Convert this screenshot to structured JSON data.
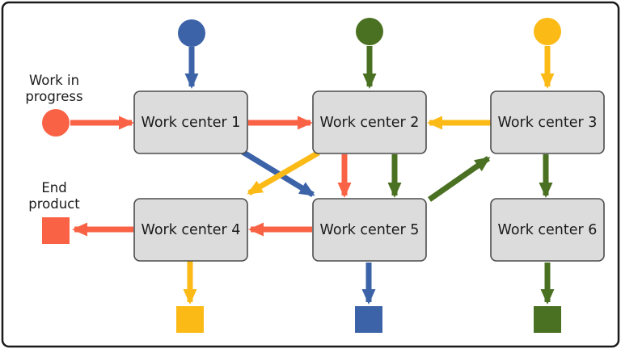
{
  "diagram": {
    "type": "work-center-flow-diagram",
    "nodes": {
      "wc1": {
        "label": "Work center 1"
      },
      "wc2": {
        "label": "Work center 2"
      },
      "wc3": {
        "label": "Work center 3"
      },
      "wc4": {
        "label": "Work center 4"
      },
      "wc5": {
        "label": "Work center 5"
      },
      "wc6": {
        "label": "Work center 6"
      },
      "work_in_progress": {
        "label_line1": "Work in",
        "label_line2": "progress",
        "marker": "orange-circle"
      },
      "end_product": {
        "label_line1": "End",
        "label_line2": "product",
        "marker": "orange-square"
      },
      "blue_source": {
        "marker": "blue-circle"
      },
      "green_source": {
        "marker": "green-circle"
      },
      "yellow_source": {
        "marker": "yellow-circle"
      },
      "yellow_sink": {
        "marker": "yellow-square"
      },
      "blue_sink": {
        "marker": "blue-square"
      },
      "green_sink": {
        "marker": "green-square"
      }
    },
    "edges": [
      {
        "from": "blue_source",
        "to": "wc1",
        "color": "blue"
      },
      {
        "from": "green_source",
        "to": "wc2",
        "color": "green"
      },
      {
        "from": "yellow_source",
        "to": "wc3",
        "color": "yellow"
      },
      {
        "from": "work_in_progress",
        "to": "wc1",
        "color": "orange"
      },
      {
        "from": "wc1",
        "to": "wc2",
        "color": "orange"
      },
      {
        "from": "wc3",
        "to": "wc2",
        "color": "yellow"
      },
      {
        "from": "wc1",
        "to": "wc5",
        "color": "blue"
      },
      {
        "from": "wc2",
        "to": "wc4",
        "color": "yellow"
      },
      {
        "from": "wc2",
        "to": "wc5",
        "color": "orange"
      },
      {
        "from": "wc2",
        "to": "wc5",
        "color": "green"
      },
      {
        "from": "wc5",
        "to": "wc3",
        "color": "green"
      },
      {
        "from": "wc3",
        "to": "wc6",
        "color": "green"
      },
      {
        "from": "wc5",
        "to": "wc4",
        "color": "orange"
      },
      {
        "from": "wc4",
        "to": "end_product",
        "color": "orange"
      },
      {
        "from": "wc4",
        "to": "yellow_sink",
        "color": "yellow"
      },
      {
        "from": "wc5",
        "to": "blue_sink",
        "color": "blue"
      },
      {
        "from": "wc6",
        "to": "green_sink",
        "color": "green"
      }
    ]
  },
  "colors": {
    "blue": "#3C63A8",
    "green": "#4A7021",
    "yellow": "#FBBA16",
    "orange": "#F96245",
    "box_fill": "#DCDCDC",
    "box_border": "#4D4D4D",
    "text": "#1A1A1A",
    "frame": "#1A1A1A",
    "background": "#FFFFFF"
  }
}
